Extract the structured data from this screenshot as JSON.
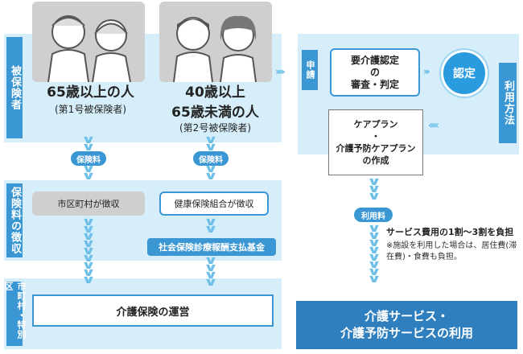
{
  "rows": {
    "insured_label": "被保険者",
    "collection_label": "保険料の徴収",
    "municipality_label": "市町村・特別区"
  },
  "insured": {
    "group1_age": "65歳以上の人",
    "group1_note": "(第1号被保険者)",
    "group2_age_line1": "40歳以上",
    "group2_age_line2": "65歳未満の人",
    "group2_note": "(第2号被保険者)"
  },
  "premium_tag": "保険料",
  "collection": {
    "city": "市区町村が徴収",
    "health": "健康保険組合が徴収",
    "fund": "社会保険診療報酬支払基金"
  },
  "operation": "介護保険の運営",
  "usage": {
    "label": "利用方法",
    "apply": "申請",
    "review_line1": "要介護認定",
    "review_line2": "の",
    "review_line3": "審査・判定",
    "certify": "認定",
    "plan_line1": "ケアプラン",
    "plan_line2": "・",
    "plan_line3": "介護予防ケアプラン",
    "plan_line4": "の作成"
  },
  "fee_tag": "利用料",
  "cost": {
    "headline": "サービス費用の1割～3割を負担",
    "note": "※施設を利用した場合は、居住費(滞在費)・食費も負担。"
  },
  "result_line1": "介護サービス・",
  "result_line2": "介護予防サービスの利用",
  "colors": {
    "band": "#d5eef9",
    "accent": "#3a97d4",
    "chevron": "#6fc0e8",
    "dark_box": "#2f7fbf"
  }
}
